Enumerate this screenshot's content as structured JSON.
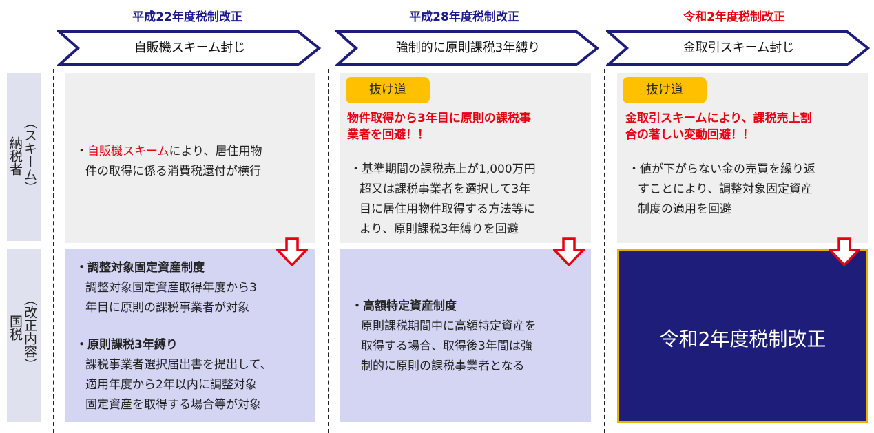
{
  "columns": [
    {
      "era": "平成22年度税制改正",
      "era_color": "#1a1a8c",
      "banner": "自販機スキーム封じ",
      "scheme_bullet_red": "自販機スキーム",
      "scheme_bullet_rest_1": "により、居住用物",
      "scheme_bullet_rest_2": "件の取得に係る消費税還付が横行",
      "reform_item1_title": "調整対象固定資産制度",
      "reform_item1_line1": "調整対象固定資産取得年度から3",
      "reform_item1_line2": "年目に原則の課税事業者が対象",
      "reform_item2_title": "原則課税3年縛り",
      "reform_item2_line1": "課税事業者選択届出書を提出して、",
      "reform_item2_line2": "適用年度から2年以内に調整対象",
      "reform_item2_line3": "固定資産を取得する場合等が対象"
    },
    {
      "era": "平成28年度税制改正",
      "era_color": "#1a1a8c",
      "banner": "強制的に原則課税3年縛り",
      "loophole_label": "抜け道",
      "loophole_head_1": "物件取得から3年目に原則の課税事",
      "loophole_head_2": "業者を回避！！",
      "scheme_line1": "基準期間の課税売上が1,000万円",
      "scheme_line2": "超又は課税事業者を選択して3年",
      "scheme_line3": "目に居住用物件取得する方法等に",
      "scheme_line4": "より、原則課税3年縛りを回避",
      "reform_title": "高額特定資産制度",
      "reform_line1": "原則課税期間中に高額特定資産を",
      "reform_line2": "取得する場合、取得後3年間は強",
      "reform_line3": "制的に原則の課税事業者となる"
    },
    {
      "era": "令和2年度税制改正",
      "era_color": "#e60012",
      "banner": "金取引スキーム封じ",
      "loophole_label": "抜け道",
      "loophole_head_1": "金取引スキームにより、課税売上割",
      "loophole_head_2": "合の著しい変動回避！！",
      "scheme_line1": "値が下がらない金の売買を繰り返",
      "scheme_line2": "すことにより、調整対象固定資産",
      "scheme_line3": "制度の適用を回避",
      "reform_box": "令和2年度税制改正"
    }
  ],
  "rows": {
    "taxpayer_main": "納税者",
    "taxpayer_sub": "（スキーム）",
    "nta_main": "国税",
    "nta_sub": "（改正内容）"
  },
  "bullet": "・",
  "colors": {
    "navy": "#1e1e7a",
    "red": "#e60012",
    "gold": "#ffc000",
    "lavender": "#d3d5f3",
    "gray": "#efefef"
  }
}
